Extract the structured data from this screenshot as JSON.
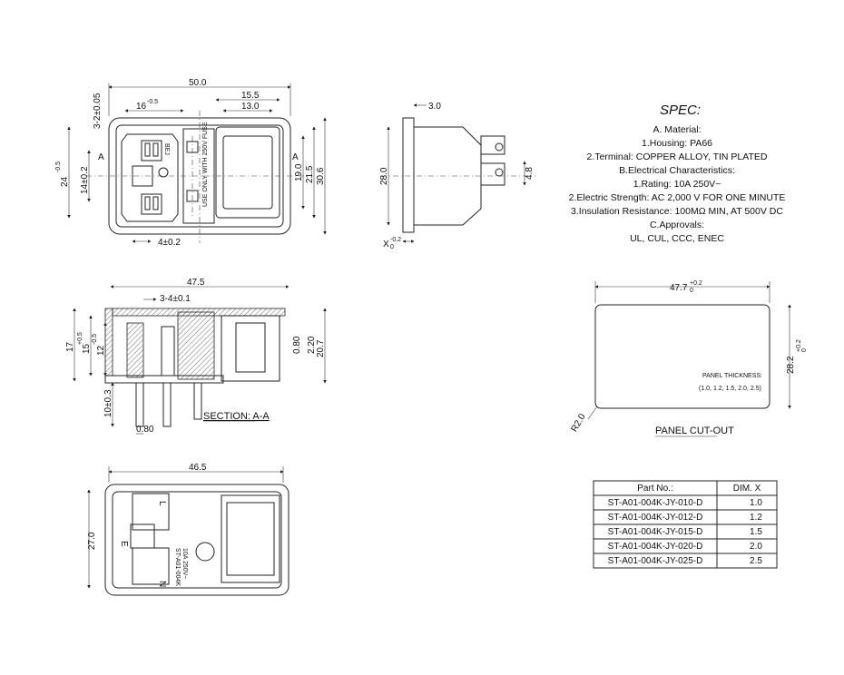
{
  "spec": {
    "title": "SPEC:",
    "lines": [
      "A. Material:",
      "1.Housing: PA66",
      "2.Terminal: COPPER ALLOY, TIN PLATED",
      "B.Electrical Characteristics:",
      "1.Rating:  10A 250V~",
      "2.Electric Strength: AC 2,000 V FOR ONE MINUTE",
      "3.Insulation Resistance: 100MΩ MIN, AT 500V DC",
      "C.Approvals:",
      "UL, CUL, CCC, ENEC"
    ]
  },
  "front_view": {
    "dims": {
      "overall_width": "50.0",
      "fuse_offset": "16",
      "fuse_offset_tol": "-0.5",
      "switch_outer": "15.5",
      "switch_inner": "13.0",
      "top_height": "3-2±0.05",
      "height_24": "24",
      "height_24_tol": "-0.5",
      "height_14": "14±0.2",
      "offset_4": "4±0.2",
      "switch_19": "19.0",
      "height_21_5": "21.5",
      "height_30_6": "30.6",
      "section_mark": "A"
    },
    "marks": {
      "fuse_text": "USE ONLY WITH 250V FUSE",
      "bej": "BEJ"
    }
  },
  "side_view": {
    "dims": {
      "top": "3.0",
      "height": "28.0",
      "tab": "4.8",
      "x": "X",
      "x_tol": "-0.2",
      "x_tol_low": "0"
    }
  },
  "section_view": {
    "dims": {
      "width": "47.5",
      "offset": "3-4±0.1",
      "h17": "17",
      "h15": "15",
      "h15_tol": "+0.5",
      "h12": "12",
      "h12_tol": "-0.5",
      "pin": "10±0.3",
      "d080_bottom": "0.80",
      "d080_right": "0.80",
      "d220": "2.20",
      "d207": "20.7"
    },
    "label": "SECTION: A-A"
  },
  "bottom_view": {
    "dims": {
      "width": "46.5",
      "height": "27.0"
    },
    "marks": {
      "L": "L",
      "N": "N",
      "E": "E",
      "model": "ST-A01-004K",
      "rating": "10A 250V~"
    }
  },
  "panel_cutout": {
    "dims": {
      "width": "47.7",
      "width_tol": "+0.2",
      "width_tol_low": "0",
      "height": "28.2",
      "height_tol": "+0.2",
      "height_tol_low": "0",
      "radius": "R2.0"
    },
    "thickness_label": "PANEL THICKNESS:",
    "thickness_values": "(1.0, 1.2, 1.5, 2.0, 2.5)",
    "label": "PANEL CUT-OUT"
  },
  "table": {
    "headers": [
      "Part No.:",
      "DIM. X"
    ],
    "rows": [
      [
        "ST-A01-004K-JY-010-D",
        "1.0"
      ],
      [
        "ST-A01-004K-JY-012-D",
        "1.2"
      ],
      [
        "ST-A01-004K-JY-015-D",
        "1.5"
      ],
      [
        "ST-A01-004K-JY-020-D",
        "2.0"
      ],
      [
        "ST-A01-004K-JY-025-D",
        "2.5"
      ]
    ]
  }
}
